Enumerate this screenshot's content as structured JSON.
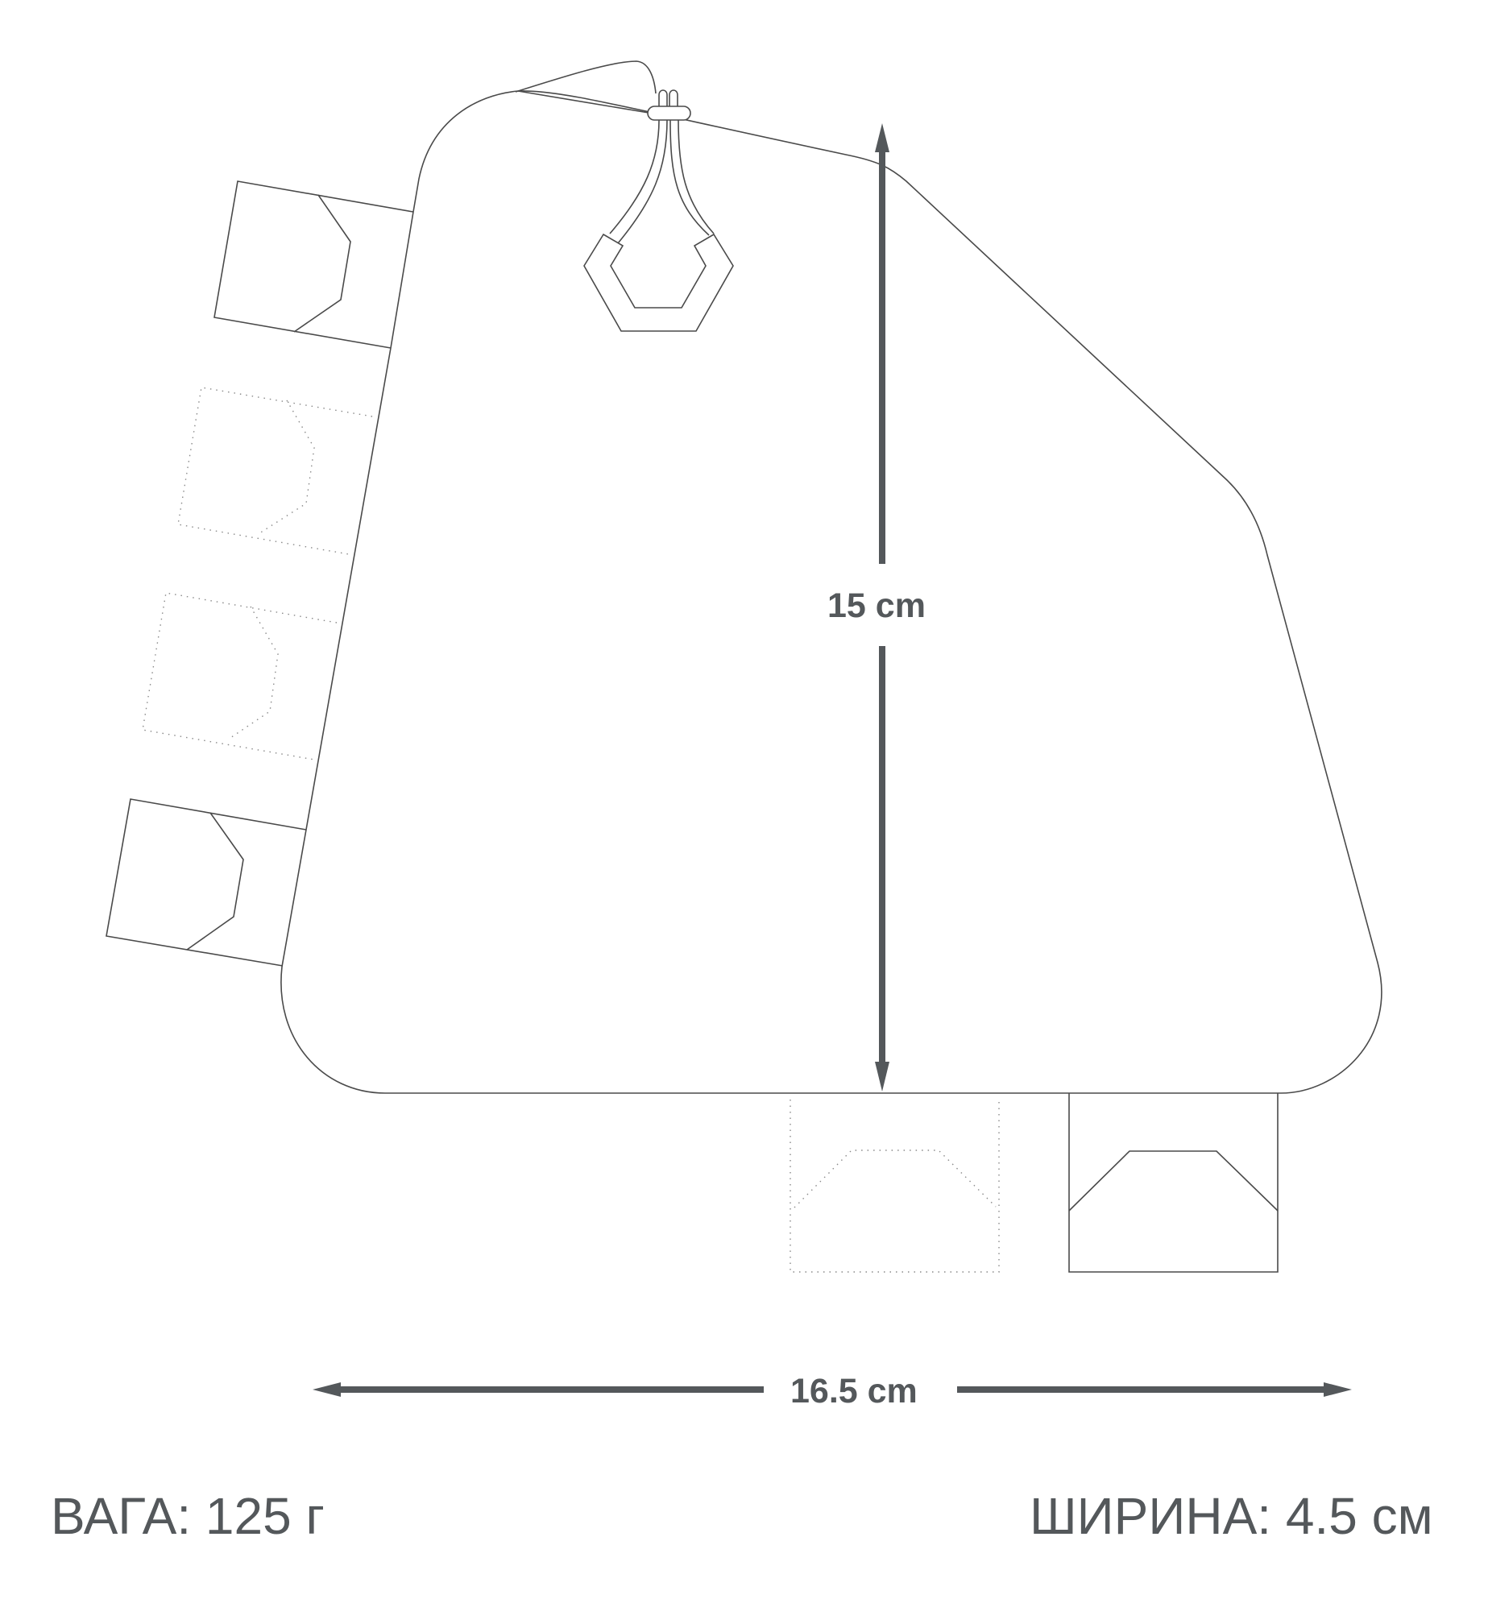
{
  "diagram": {
    "subject": "frame bag outline with strap loops",
    "colors": {
      "outline": "#4a4a4a",
      "dotted_outline": "#8a8a8a",
      "dimension": "#54585b",
      "background": "#ffffff"
    },
    "dimensions": {
      "height_label": "15 cm",
      "width_label": "16.5 cm"
    },
    "specs": {
      "weight": "ВАГА: 125 г",
      "width": "ШИРИНА: 4.5 см"
    },
    "straps": [
      {
        "position": "left-1",
        "style": "solid"
      },
      {
        "position": "left-2",
        "style": "dotted"
      },
      {
        "position": "left-3",
        "style": "dotted"
      },
      {
        "position": "left-4",
        "style": "solid"
      },
      {
        "position": "bottom-1",
        "style": "dotted"
      },
      {
        "position": "bottom-2",
        "style": "solid"
      }
    ],
    "attachments": [
      "cord-loop",
      "hexagon-pull-tab"
    ]
  }
}
